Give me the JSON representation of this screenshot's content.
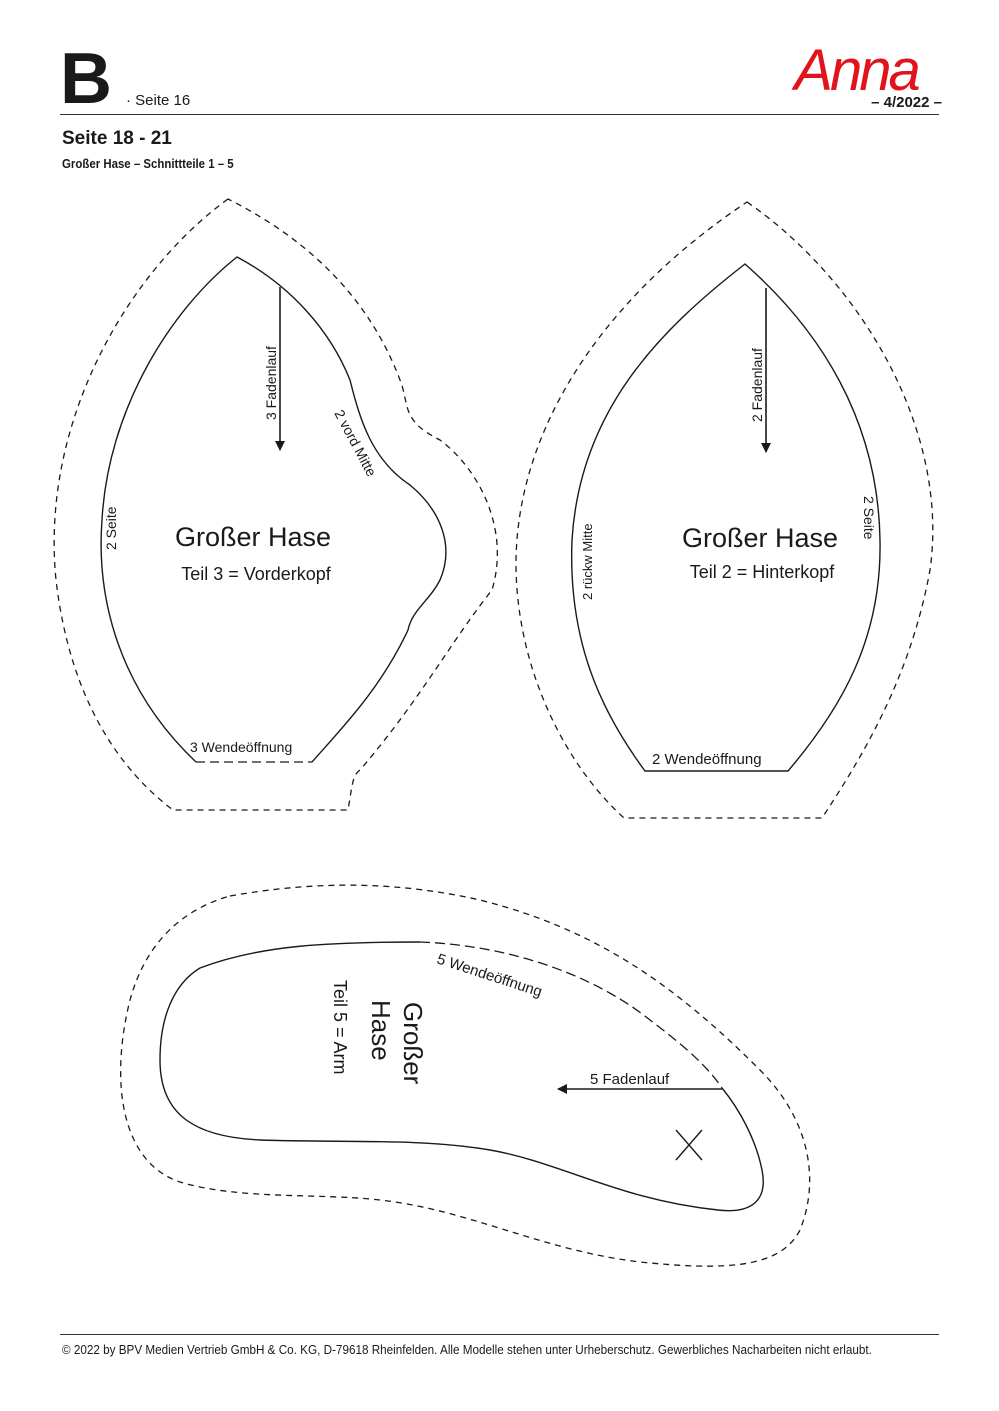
{
  "header": {
    "sheet_letter": "B",
    "page_ref": "· Seite 16",
    "logo_text": "Anna",
    "issue": "– 4/2022 –",
    "brand_color": "#e3131b"
  },
  "section": {
    "title": "Seite 18 - 21",
    "subtitle": "Großer Hase – Schnittteile 1 – 5"
  },
  "pieces": {
    "vorderkopf": {
      "name": "Großer Hase",
      "part": "Teil 3 = Vorderkopf",
      "grain": "3  Fadenlauf",
      "mid": "2  vord Mitte",
      "side": "2  Seite",
      "opening": "3  Wendeöffnung"
    },
    "hinterkopf": {
      "name": "Großer Hase",
      "part": "Teil 2 = Hinterkopf",
      "grain": "2  Fadenlauf",
      "mid": "2  rückw Mitte",
      "side": "2  Seite",
      "opening": "2 Wendeöffnung"
    },
    "arm": {
      "name_line1": "Großer",
      "name_line2": "Hase",
      "part": "Teil 5 = Arm",
      "opening": "5  Wendeöffnung",
      "grain": "5  Fadenlauf"
    }
  },
  "footer": {
    "copyright": "© 2022 by BPV Medien Vertrieb GmbH & Co. KG, D-79618 Rheinfelden. Alle Modelle stehen unter Urheberschutz. Gewerbliches Nacharbeiten nicht erlaubt."
  }
}
